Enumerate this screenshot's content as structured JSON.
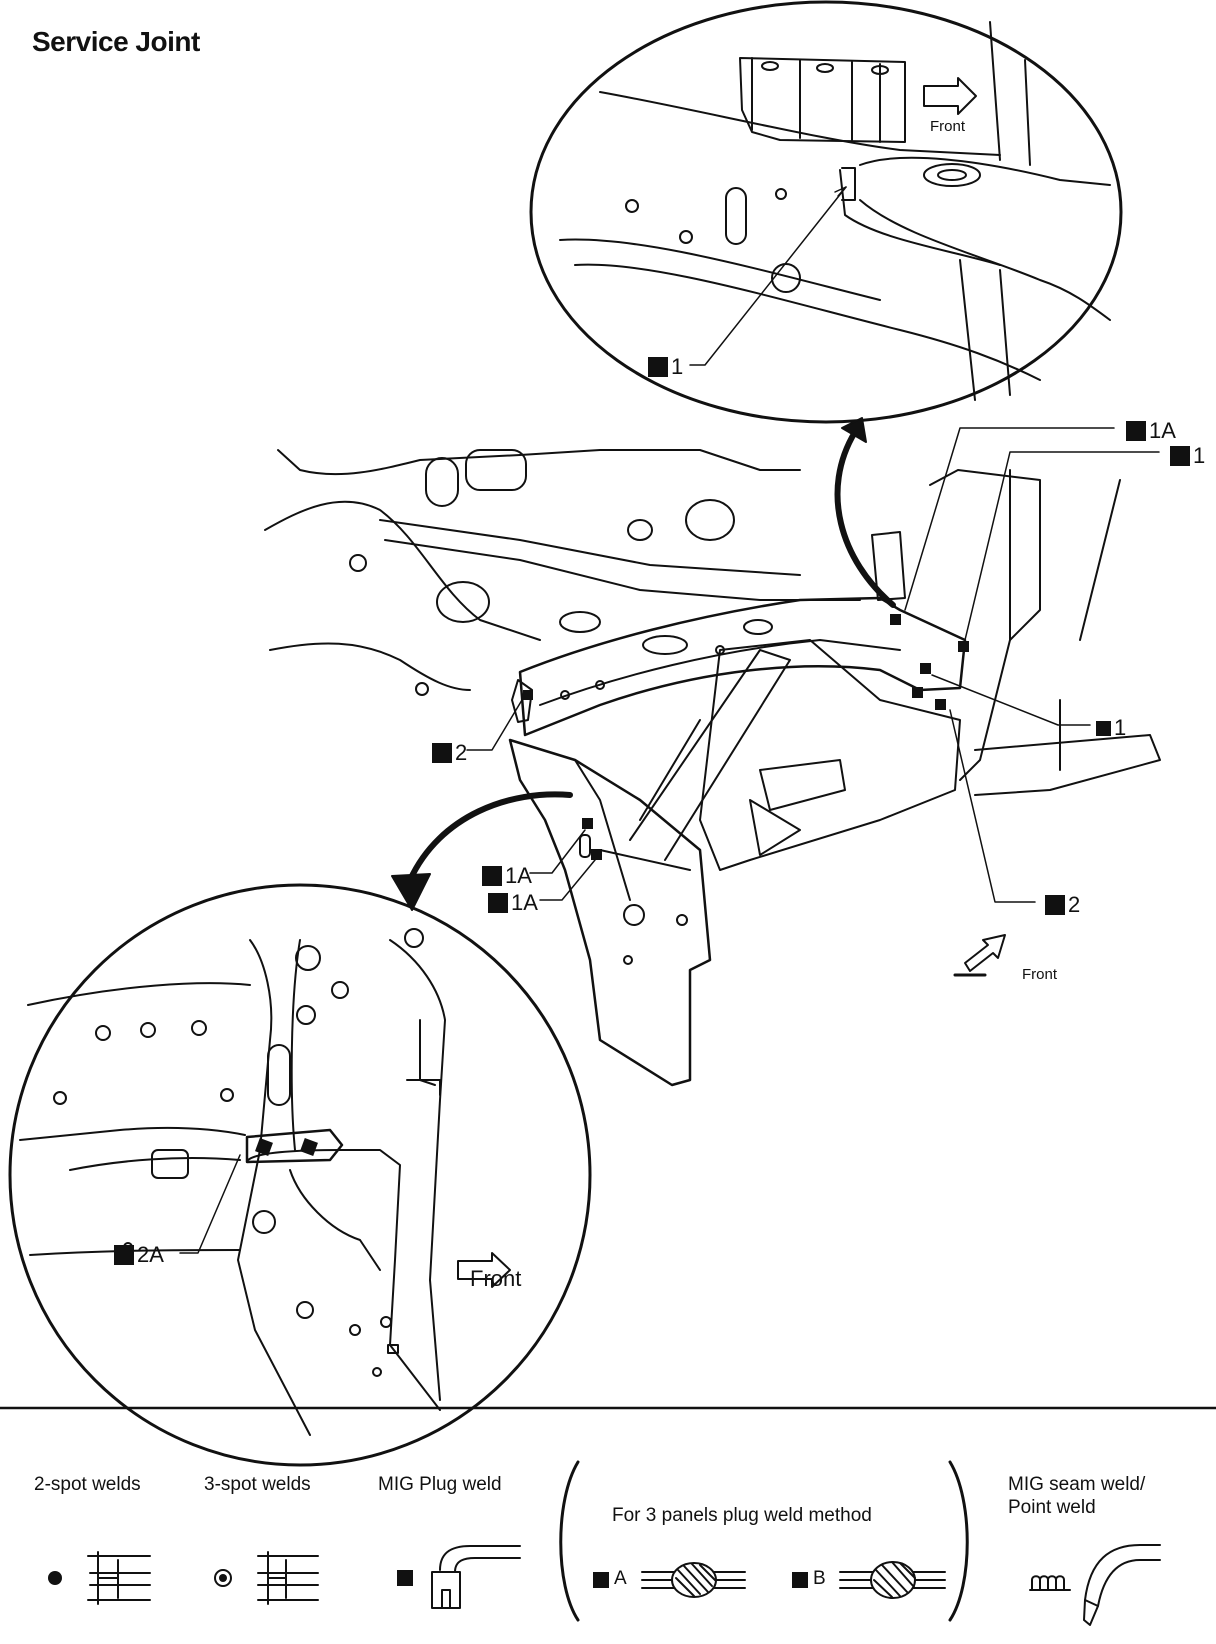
{
  "title": "Service Joint",
  "callouts": {
    "top_inset_1": "1",
    "right_1a": "1A",
    "right_1_top": "1",
    "right_1_mid": "1",
    "left_2": "2",
    "lower_2": "2",
    "left_1a_a": "1A",
    "left_1a_b": "1A",
    "bottom_inset_2a": "2A"
  },
  "front_labels": {
    "top_inset": "Front",
    "main": "Front",
    "bottom_inset": "Front"
  },
  "legend": {
    "two_spot": "2-spot welds",
    "three_spot": "3-spot welds",
    "mig_plug": "MIG Plug weld",
    "three_panels": "For 3 panels plug weld method",
    "method_a": "A",
    "method_b": "B",
    "mig_seam_line1": "MIG seam weld/",
    "mig_seam_line2": "Point weld"
  },
  "colors": {
    "ink": "#111111",
    "paper": "#ffffff"
  }
}
